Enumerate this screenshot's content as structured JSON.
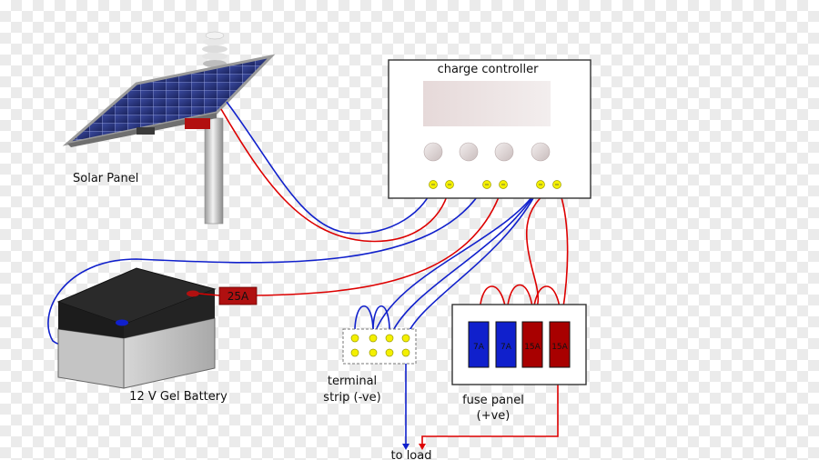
{
  "labels": {
    "solar_panel": "Solar Panel",
    "charge_controller": "charge controller",
    "battery": "12 V Gel Battery",
    "terminal_strip_line1": "terminal",
    "terminal_strip_line2": "strip (-ve)",
    "fuse_panel_line1": "fuse panel",
    "fuse_panel_line2": "(+ve)",
    "to_load": "to load",
    "battery_fuse": "25A"
  },
  "fuses": [
    "7A",
    "7A",
    "15A",
    "15A"
  ],
  "colors": {
    "positive_wire": "#dd0000",
    "negative_wire": "#1020cc",
    "fuse_blue": "#1020cc",
    "fuse_red": "#a80000",
    "terminal_yellow": "#f4f000"
  }
}
